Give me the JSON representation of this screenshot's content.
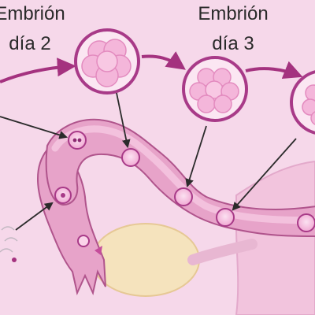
{
  "labels": {
    "embryo_day2_title": "Embrión",
    "embryo_day2_day": "día 2",
    "embryo_day3_title": "Embrión",
    "embryo_day3_day": "día 3"
  },
  "colors": {
    "background": "#f6d8ea",
    "tube_outer": "#e7a3c9",
    "tube_inner": "#f0b9d7",
    "tube_edge": "#b0548c",
    "arrow": "#a4327f",
    "line": "#2b2b2b",
    "ovary": "#f5e3bd",
    "cell_fill": "#f3b3d8",
    "cell_ring": "#a83a88"
  }
}
